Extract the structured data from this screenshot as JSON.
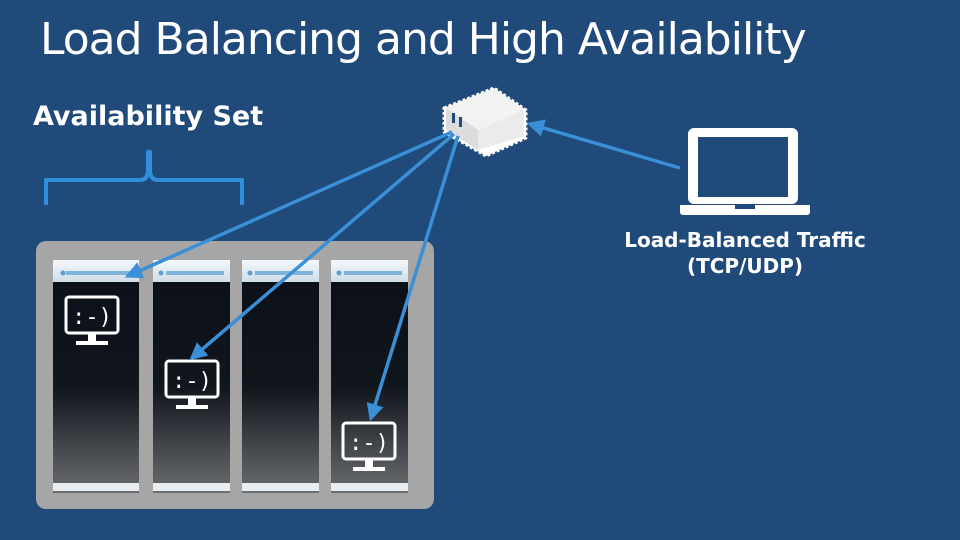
{
  "slide": {
    "title": "Load Balancing and High Availability",
    "availability_set_label": "Availability Set",
    "traffic_label_line1": "Load-Balanced Traffic",
    "traffic_label_line2": "(TCP/UDP)"
  },
  "servers": [
    {
      "id": 1,
      "face": ":-)"
    },
    {
      "id": 2,
      "face": ":-)"
    },
    {
      "id": 3,
      "face": null
    },
    {
      "id": 4,
      "face": ":-)"
    }
  ],
  "colors": {
    "background": "#1f4a7a",
    "arrow": "#3a8fd6",
    "rack": "#a6a6a6"
  },
  "icons": [
    "load-balancer-icon",
    "laptop-icon",
    "monitor-icon",
    "brace-icon"
  ]
}
